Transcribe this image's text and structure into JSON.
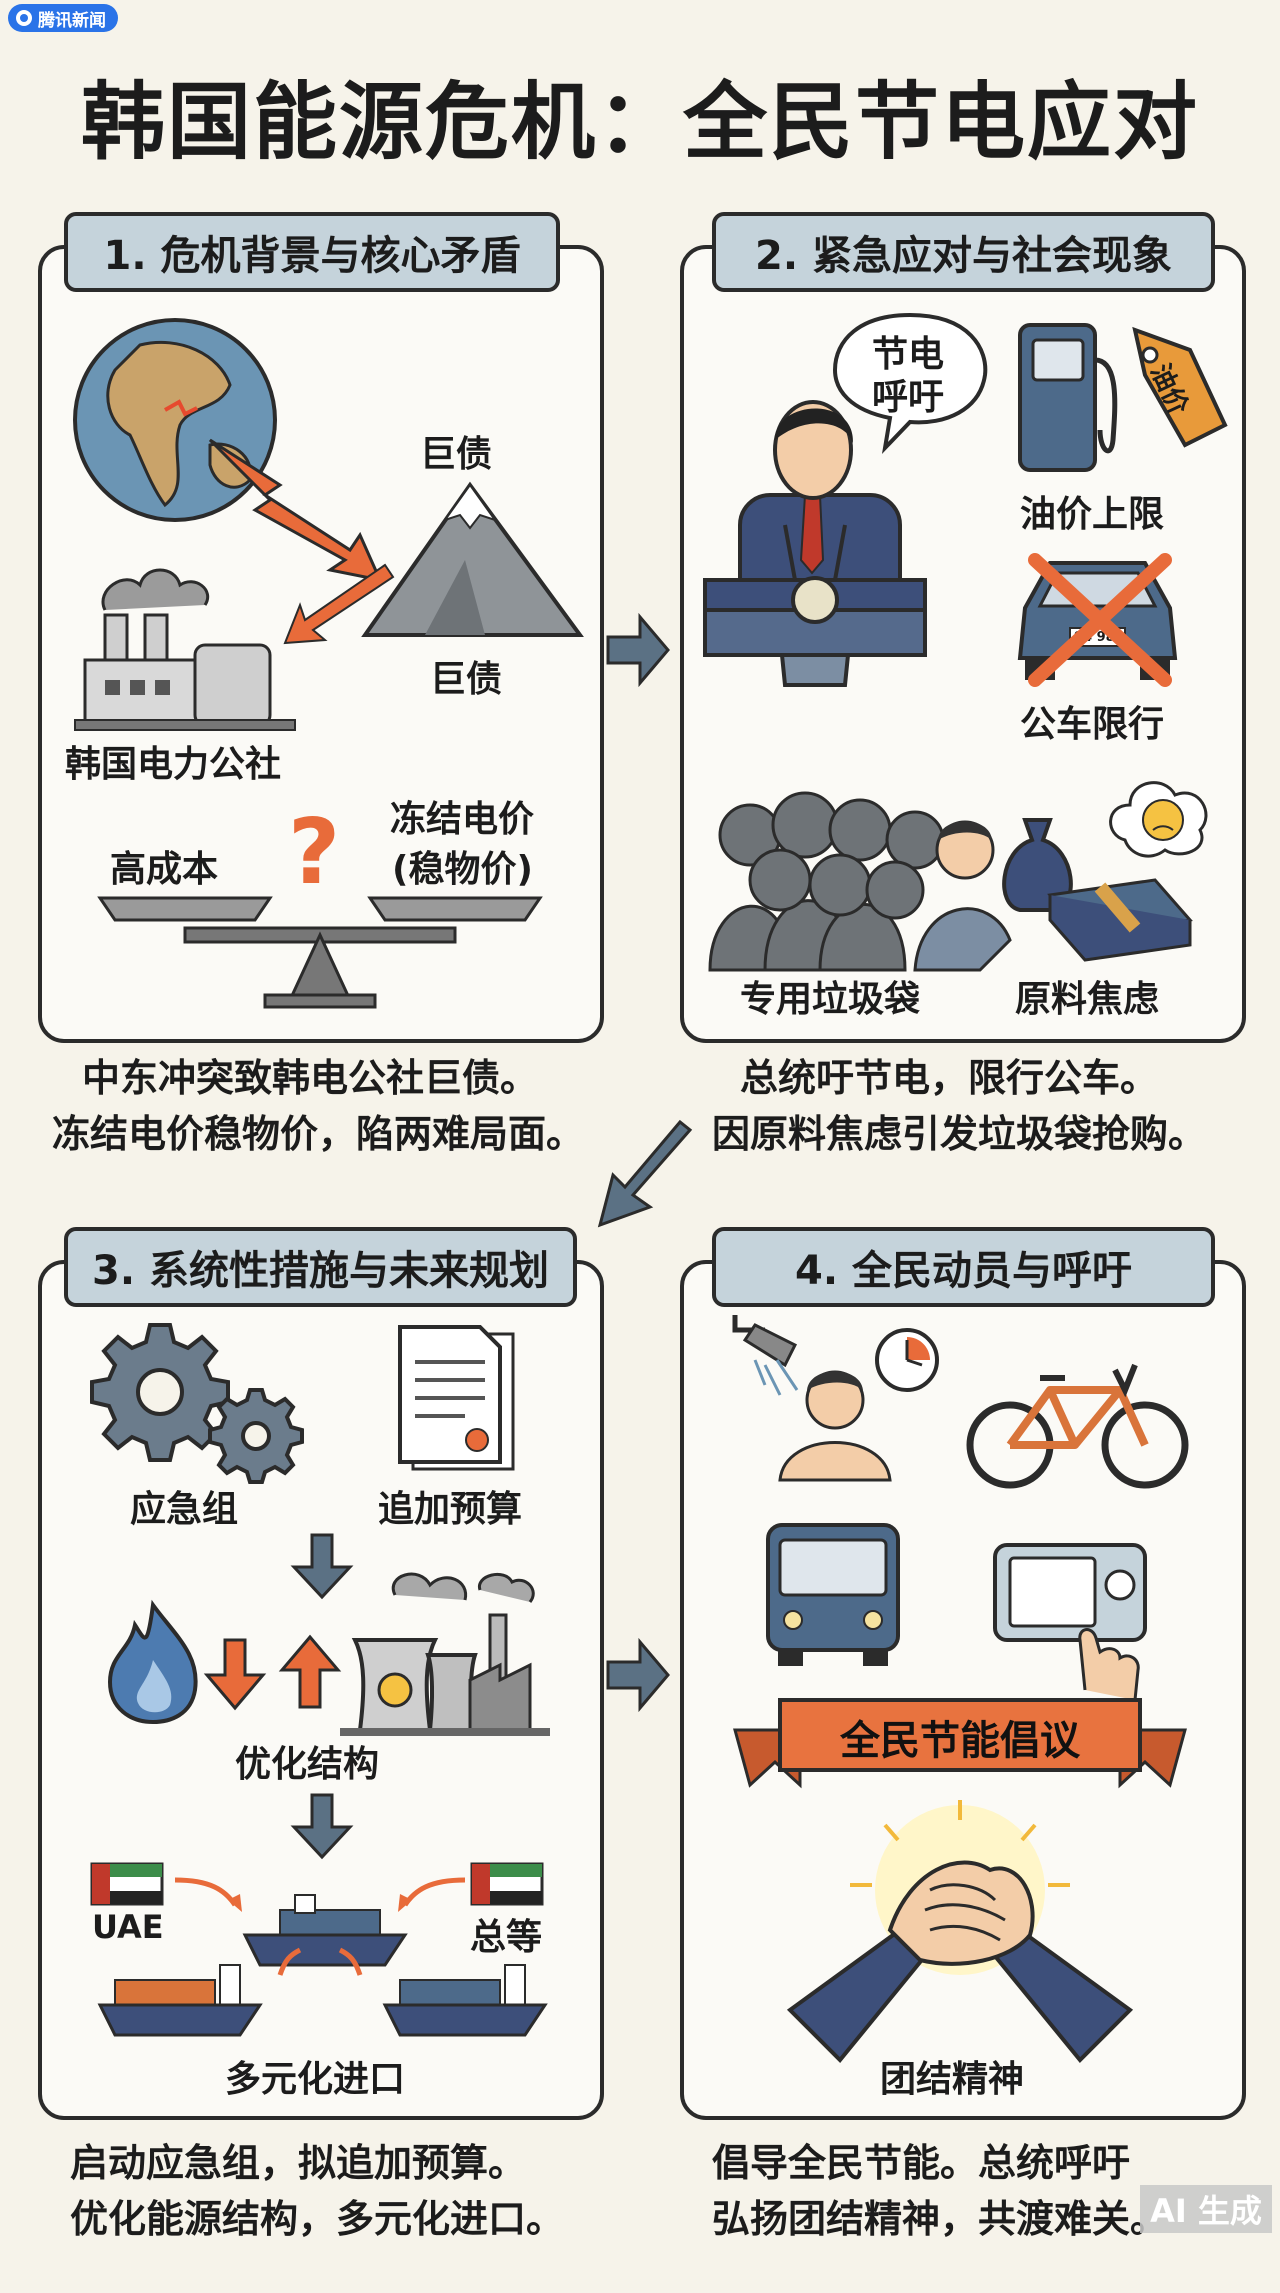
{
  "badge": {
    "label": "腾讯新闻"
  },
  "title": "韩国能源危机：全民节电应对",
  "panels": [
    {
      "title": "1. 危机背景与核心矛盾",
      "labels": {
        "debt_top": "巨债",
        "debt_bottom": "巨债",
        "company": "韩国电力公社",
        "high_cost": "高成本",
        "question": "?",
        "freeze_line1": "冻结电价",
        "freeze_line2": "(稳物价)"
      },
      "caption": [
        "中东冲突致韩电公社巨债。",
        "冻结电价稳物价，陷两难局面。"
      ]
    },
    {
      "title": "2. 紧急应对与社会现象",
      "labels": {
        "speech_line1": "节电",
        "speech_line2": "呼吁",
        "oil_tag": "油价",
        "oil_cap": "油价上限",
        "car_plate": "94 98",
        "car_limit": "公车限行",
        "trash_bags": "专用垃圾袋",
        "material_anxiety": "原料焦虑"
      },
      "caption": [
        "总统吁节电，限行公车。",
        "因原料焦虑引发垃圾袋抢购。"
      ]
    },
    {
      "title": "3. 系统性措施与未来规划",
      "labels": {
        "emergency_group": "应急组",
        "extra_budget": "追加预算",
        "optimize": "优化结构",
        "uae": "UAE",
        "others": "总等",
        "diversify": "多元化进口"
      },
      "caption": [
        "启动应急组，拟追加预算。",
        "优化能源结构，多元化进口。"
      ]
    },
    {
      "title": "4. 全民动员与呼吁",
      "labels": {
        "initiative": "全民节能倡议",
        "solidarity": "团结精神"
      },
      "caption": [
        "倡导全民节能。总统呼吁",
        "弘扬团结精神，共渡难关。"
      ]
    }
  ],
  "watermark": "AI 生成",
  "colors": {
    "panel_title_bg": "#c5d3db",
    "arrow": "#5b7184",
    "orange": "#e86b3a",
    "navy": "#3d4f7a",
    "ribbon": "#e8733f"
  },
  "icons": [
    "globe-icon",
    "lightning-icon",
    "mountain-icon",
    "factory-icon",
    "scale-icon",
    "president-icon",
    "speech-bubble-icon",
    "fuel-pump-icon",
    "price-tag-icon",
    "car-icon",
    "cross-icon",
    "crowd-icon",
    "trash-bag-icon",
    "worry-cloud-icon",
    "cash-stack-icon",
    "gear-icon",
    "document-icon",
    "flame-icon",
    "nuclear-plant-icon",
    "flag-icon",
    "ship-icon",
    "shower-icon",
    "clock-icon",
    "bicycle-icon",
    "bus-icon",
    "thermostat-icon",
    "ribbon-banner-icon",
    "handshake-icon"
  ]
}
